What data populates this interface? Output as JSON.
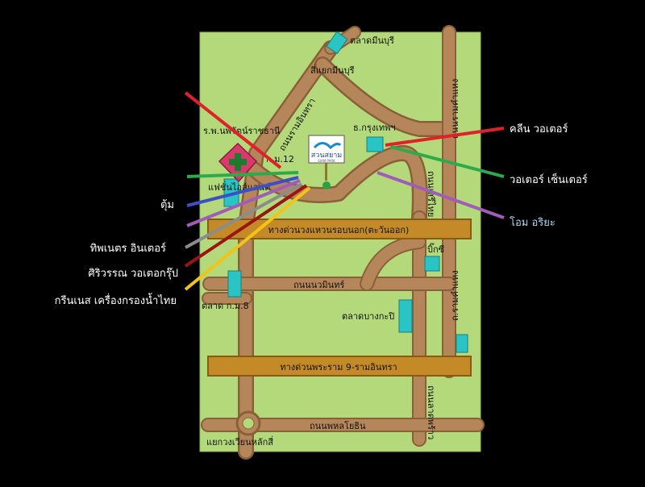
{
  "map": {
    "places": {
      "lat_krabang_market": "ตลาดมีนบุรี",
      "minburi_junction": "สี่แยกมีนบุรี",
      "hospital": "ร.พ.นพรัตน์ราชธานี",
      "bank": "ธ.กรุงเทพฯ",
      "km12": "ก.ม.12",
      "fashion_island": "แฟชั่นไอส์แลนด์",
      "tesco": "บิ๊กซี",
      "market_km8": "ตลาด ก.ม.8",
      "bangkapi_market": "ตลาดบางกะปิ",
      "kaset_junction": "แยกวงเวียนหลักสี่",
      "logo_text": "สวนสยาม",
      "logo_sub": "SIAM PARK"
    },
    "roads": {
      "ramintra": "ถนนรามอินทรา",
      "seri_thai": "ถนนเสรีไทย",
      "ramkhamhaeng": "ถนนรามคำแหง",
      "nawamin": "ถนนนวมินทร์",
      "phahonyothin": "ถนนพหลโยธิน",
      "lat_phrao": "ถนนลาดพร้าว",
      "ramkhamhaeng_right": "ถ.รามคำแหง"
    },
    "highways": {
      "outer_ring": "ทางด่วนวงแหวนรอบนอก(ตะวันออก)",
      "rama9": "ทางด่วนพระราม 9-รามอินทรา"
    }
  },
  "callouts": [
    {
      "label": "",
      "color": "#e0212b"
    },
    {
      "label": "",
      "color": "#2eaa4a"
    },
    {
      "label": "ตุ้ม",
      "color": "#3d4fc8"
    },
    {
      "label": "",
      "color": "#a05cb8"
    },
    {
      "label": "ทิพเนตร  อินเตอร์",
      "color": "#8c8c8c"
    },
    {
      "label": "ศิริวรรณ  วอเตอกรุ๊ป",
      "color": "#9a1414"
    },
    {
      "label": "กรีนเนส  เครื่องกรองน้ำไทย",
      "color": "#f2c417"
    },
    {
      "label": "คลีน  วอเตอร์",
      "color": "#e0212b"
    },
    {
      "label": "วอเตอร์  เซ็นเตอร์",
      "color": "#2eaa4a"
    },
    {
      "label": "โอม  อริยะ",
      "color": "#a05cb8"
    }
  ]
}
